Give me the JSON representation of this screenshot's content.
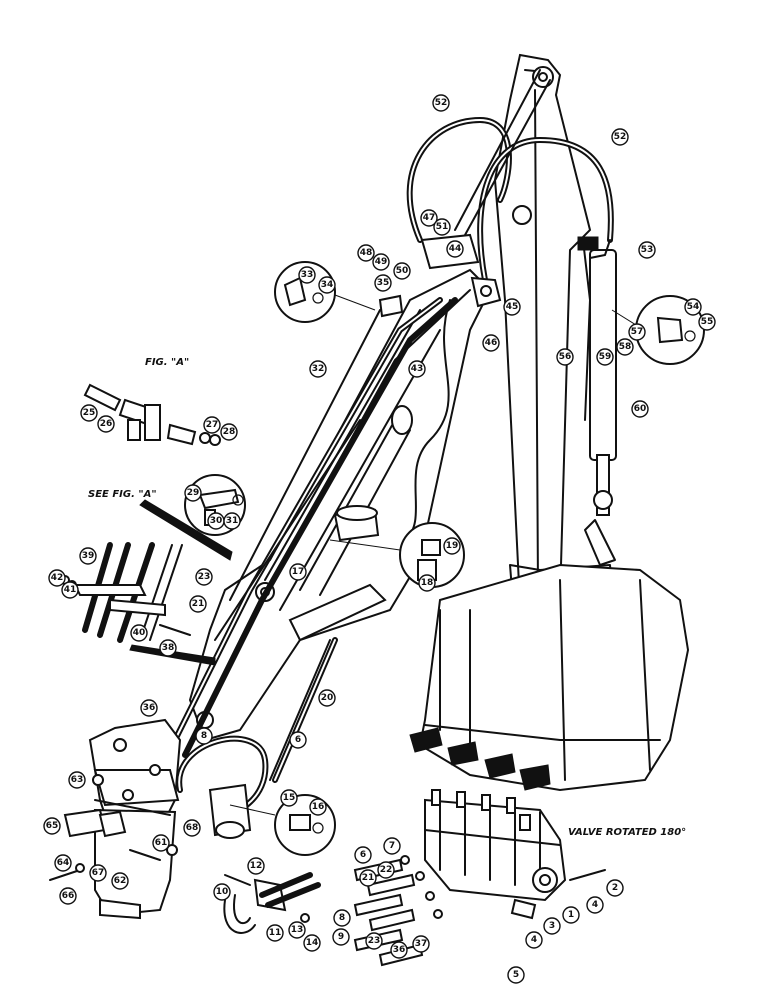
{
  "notes": {
    "fig_a": "FIG. \"A\"",
    "see_fig_a": "SEE FIG. \"A\"",
    "valve_rotated": "VALVE ROTATED 180°"
  },
  "callouts": [
    {
      "label": "52"
    },
    {
      "label": "52"
    },
    {
      "label": "47"
    },
    {
      "label": "51"
    },
    {
      "label": "44"
    },
    {
      "label": "48"
    },
    {
      "label": "49"
    },
    {
      "label": "50"
    },
    {
      "label": "53"
    },
    {
      "label": "45"
    },
    {
      "label": "46"
    },
    {
      "label": "33"
    },
    {
      "label": "34"
    },
    {
      "label": "35"
    },
    {
      "label": "43"
    },
    {
      "label": "32"
    },
    {
      "label": "54"
    },
    {
      "label": "55"
    },
    {
      "label": "57"
    },
    {
      "label": "56"
    },
    {
      "label": "58"
    },
    {
      "label": "59"
    },
    {
      "label": "60"
    },
    {
      "label": "25"
    },
    {
      "label": "26"
    },
    {
      "label": "27"
    },
    {
      "label": "28"
    },
    {
      "label": "29"
    },
    {
      "label": "30"
    },
    {
      "label": "31"
    },
    {
      "label": "19"
    },
    {
      "label": "18"
    },
    {
      "label": "17"
    },
    {
      "label": "39"
    },
    {
      "label": "42"
    },
    {
      "label": "41"
    },
    {
      "label": "23"
    },
    {
      "label": "21"
    },
    {
      "label": "40"
    },
    {
      "label": "38"
    },
    {
      "label": "20"
    },
    {
      "label": "36"
    },
    {
      "label": "8"
    },
    {
      "label": "6"
    },
    {
      "label": "63"
    },
    {
      "label": "65"
    },
    {
      "label": "68"
    },
    {
      "label": "15"
    },
    {
      "label": "16"
    },
    {
      "label": "61"
    },
    {
      "label": "64"
    },
    {
      "label": "62"
    },
    {
      "label": "67"
    },
    {
      "label": "66"
    },
    {
      "label": "7"
    },
    {
      "label": "6"
    },
    {
      "label": "22"
    },
    {
      "label": "21"
    },
    {
      "label": "10"
    },
    {
      "label": "12"
    },
    {
      "label": "11"
    },
    {
      "label": "13"
    },
    {
      "label": "14"
    },
    {
      "label": "8"
    },
    {
      "label": "9"
    },
    {
      "label": "23"
    },
    {
      "label": "36"
    },
    {
      "label": "37"
    },
    {
      "label": "2"
    },
    {
      "label": "4"
    },
    {
      "label": "1"
    },
    {
      "label": "3"
    },
    {
      "label": "4"
    },
    {
      "label": "5"
    }
  ]
}
